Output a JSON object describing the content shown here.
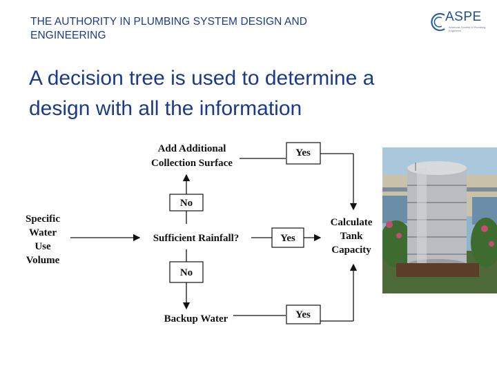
{
  "header": {
    "title_line1": "THE AUTHORITY IN PLUMBING SYSTEM DESIGN AND",
    "title_line2": "ENGINEERING"
  },
  "logo": {
    "word": "ASPE",
    "tagline": "American Society of Plumbing Engineers"
  },
  "slide": {
    "title_line1": "A decision tree is used to determine a",
    "title_line2": "design with all the information"
  },
  "diagram": {
    "add_surface_line1": "Add Additional",
    "add_surface_line2": "Collection Surface",
    "yes_top": "Yes",
    "no_upper": "No",
    "specific_line1": "Specific",
    "specific_line2": "Water",
    "specific_line3": "Use",
    "specific_line4": "Volume",
    "sufficient_rainfall": "Sufficient Rainfall?",
    "yes_middle": "Yes",
    "calculate_line1": "Calculate",
    "calculate_line2": "Tank",
    "calculate_line3": "Capacity",
    "no_lower": "No",
    "backup_water": "Backup Water",
    "yes_bottom": "Yes"
  },
  "colors": {
    "title_blue": "#1a3a8c",
    "logo_blue": "#1f4f8f",
    "line_black": "#111111"
  },
  "icons": [
    "aspe-logo-icon",
    "rainwater-tank-photo"
  ]
}
